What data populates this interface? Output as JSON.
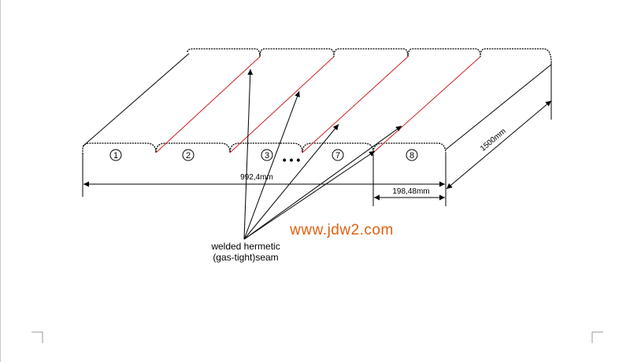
{
  "diagram": {
    "panel_numbers": [
      "1",
      "2",
      "3",
      "7",
      "8"
    ],
    "ellipsis": "• • •",
    "dimensions": {
      "total_width": "992,4mm",
      "panel_width": "198,48mm",
      "length": "1500mm"
    },
    "caption": {
      "line1": "welded hermetic",
      "line2": "(gas-tight)seam"
    },
    "watermark": "www.jdw2.com",
    "colors": {
      "line": "#000000",
      "seam": "#cc2222",
      "watermark": "#e06010"
    }
  }
}
